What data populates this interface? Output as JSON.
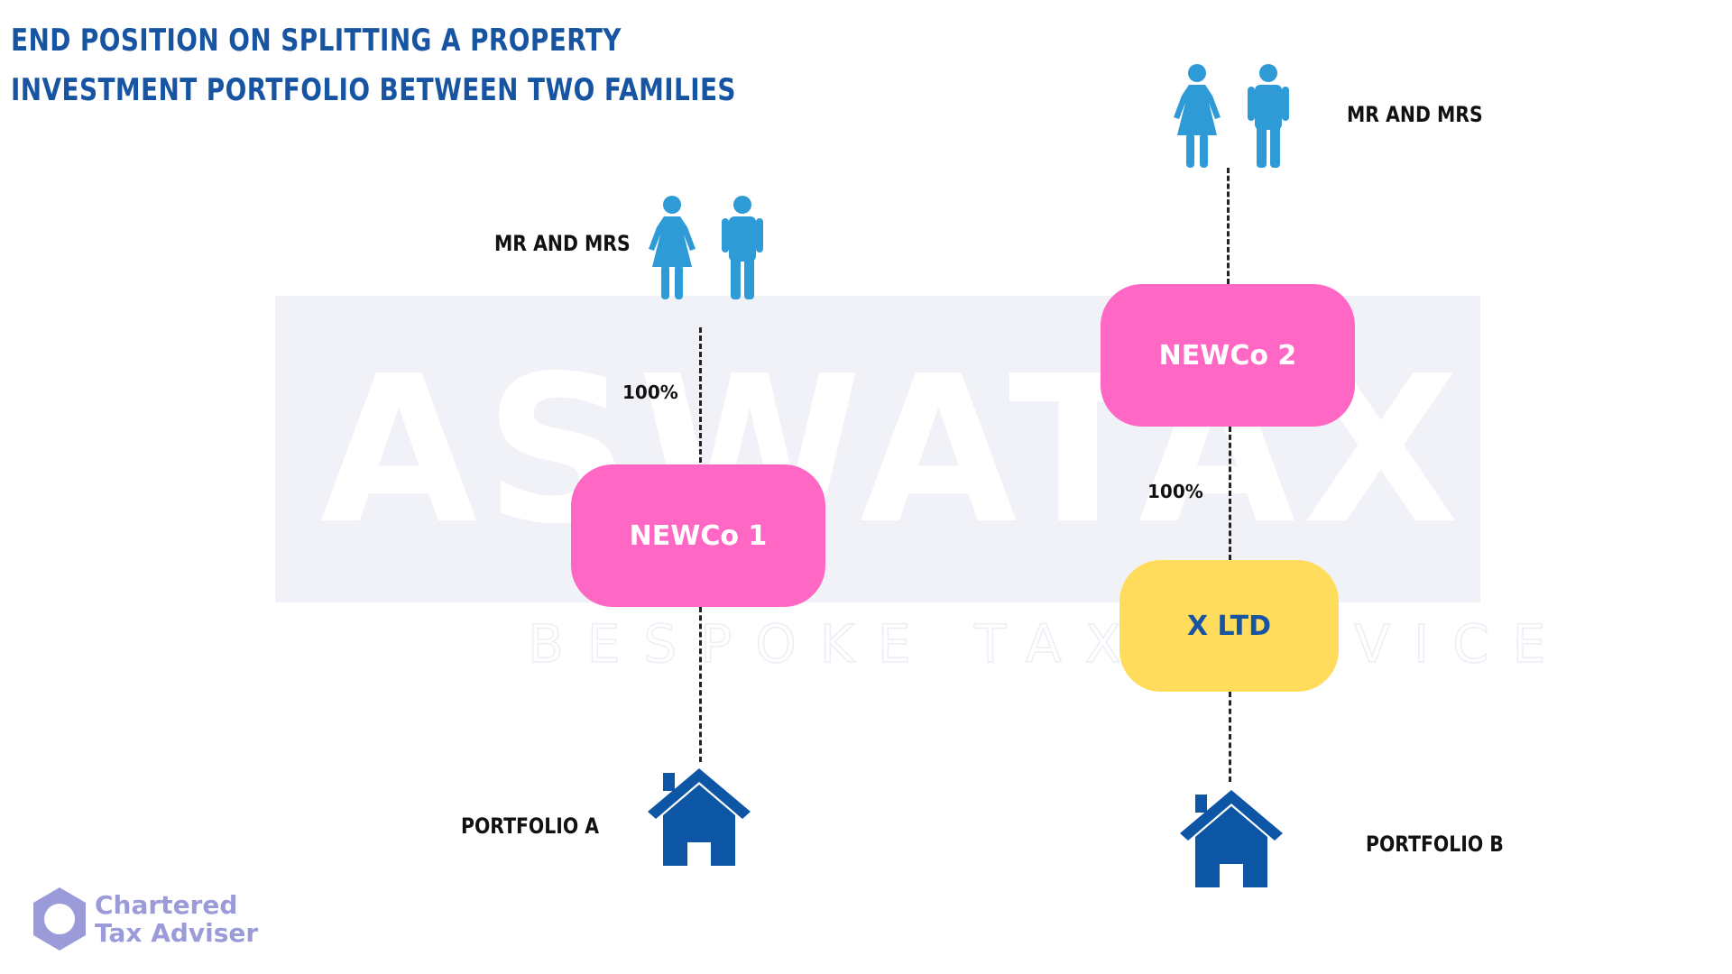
{
  "title": {
    "line1": "END POSITION ON SPLITTING A PROPERTY",
    "line2": "INVESTMENT PORTFOLIO BETWEEN TWO FAMILIES"
  },
  "watermark": {
    "main": "ASWATAX",
    "sub": "BESPOKE TAX SERVICE"
  },
  "left_structure": {
    "owners_label": "MR AND MRS",
    "ownership_pct": "100%",
    "company": "NEWCo 1",
    "portfolio_label": "PORTFOLIO A"
  },
  "right_structure": {
    "owners_label": "MR AND MRS",
    "company": "NEWCo 2",
    "ownership_pct": "100%",
    "subsidiary": "X LTD",
    "portfolio_label": "PORTFOLIO B"
  },
  "badge": {
    "line1": "Chartered",
    "line2": "Tax Adviser"
  },
  "colors": {
    "title_blue": "#1755a3",
    "people_blue": "#2f9bd6",
    "house_blue": "#0d55a5",
    "newco_pink": "#ff67c5",
    "xltd_yellow": "#ffdc5b",
    "badge_lavender": "#9a9bd8"
  },
  "icons": [
    "woman-icon",
    "man-icon",
    "house-icon",
    "badge-ring-icon"
  ]
}
